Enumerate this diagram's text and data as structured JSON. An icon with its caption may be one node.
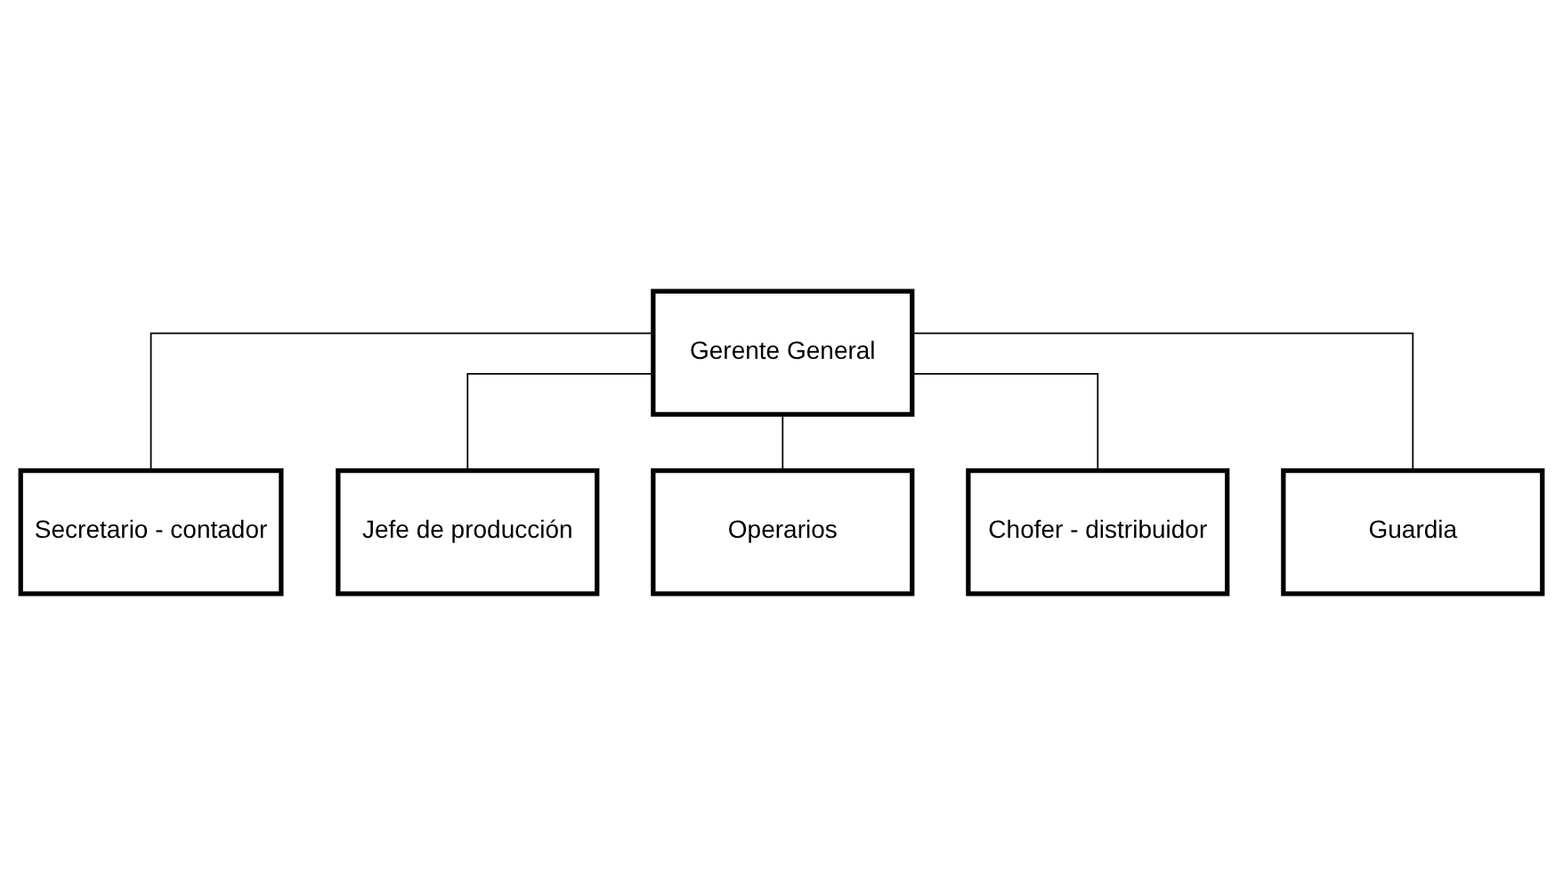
{
  "diagram": {
    "nodes": [
      {
        "text": [
          "Gerente General"
        ]
      },
      {
        "text": [
          "Secretario - contador"
        ]
      },
      {
        "text": [
          "Jefe de producción"
        ]
      },
      {
        "text": [
          "Operarios"
        ]
      },
      {
        "text": [
          "Chofer - distribuidor"
        ]
      },
      {
        "text": [
          "Guardia"
        ]
      }
    ],
    "edges": [
      {
        "from": 0,
        "to": 1,
        "arrow": "none"
      },
      {
        "from": 0,
        "to": 2,
        "arrow": "none"
      },
      {
        "from": 0,
        "to": 3,
        "arrow": "none"
      },
      {
        "from": 0,
        "to": 4,
        "arrow": "none"
      },
      {
        "from": 0,
        "to": 5,
        "arrow": "none"
      }
    ]
  }
}
